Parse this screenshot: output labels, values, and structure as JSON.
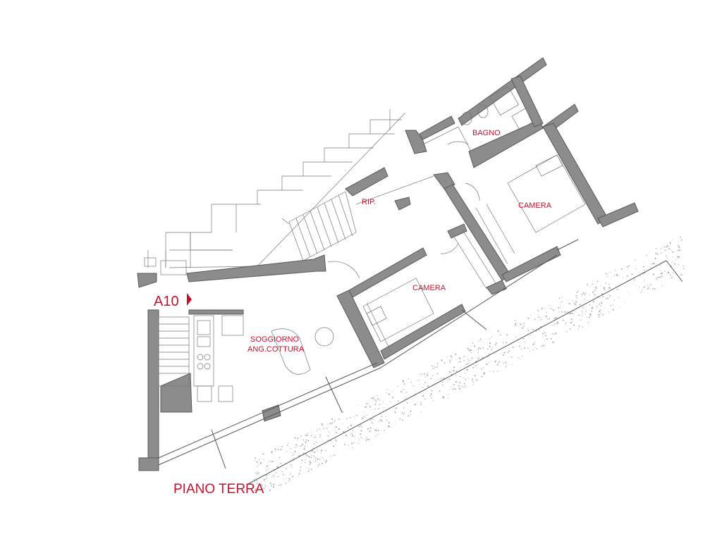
{
  "rooms": {
    "bagno": "BAGNO",
    "ripostiglio": "RIP.",
    "camera_right": "CAMERA",
    "camera_middle": "CAMERA",
    "soggiorno_line1": "SOGGIORNO",
    "soggiorno_line2": "ANG.COTTURA"
  },
  "unit_code": "A10",
  "floor_title": "PIANO TERRA",
  "colors": {
    "label": "#c8102e",
    "wall": "#8c8c8c",
    "line": "#555555"
  }
}
